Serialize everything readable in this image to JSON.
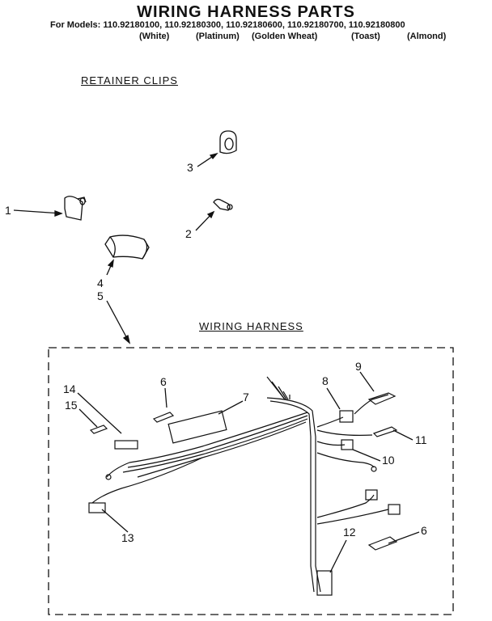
{
  "header": {
    "title": "WIRING HARNESS PARTS",
    "models_line": "For Models: 110.92180100, 110.92180300, 110.92180600, 110.92180700, 110.92180800",
    "colors": [
      "(White)",
      "(Platinum)",
      "(Golden Wheat)",
      "(Toast)",
      "(Almond)"
    ]
  },
  "sections": {
    "retainer_clips": "RETAINER CLIPS",
    "wiring_harness": "WIRING HARNESS"
  },
  "callouts": [
    "1",
    "2",
    "3",
    "4",
    "5",
    "6",
    "7",
    "8",
    "9",
    "10",
    "11",
    "12",
    "13",
    "14",
    "15",
    "6"
  ]
}
